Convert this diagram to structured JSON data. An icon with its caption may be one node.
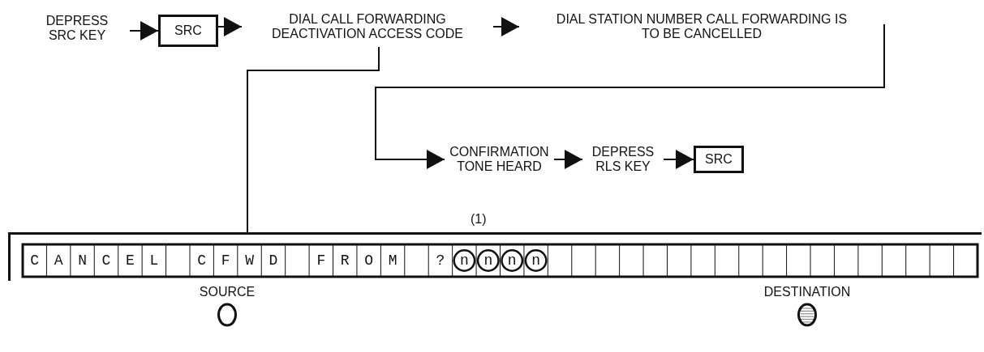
{
  "diagram": {
    "nodes": [
      {
        "text": [
          "DEPRESS SRC KEY"
        ]
      },
      {
        "text": [
          "SRC"
        ]
      },
      {
        "text": [
          "DIAL CALL FORWARDING DEACTIVATION ACCESS CODE"
        ]
      },
      {
        "text": [
          "DIAL STATION NUMBER CALL FORWARDING IS TO BE CANCELLED"
        ]
      },
      {
        "text": [
          "CONFIRMATION TONE HEARD"
        ]
      },
      {
        "text": [
          "DEPRESS RLS KEY"
        ]
      },
      {
        "text": [
          "SRC"
        ]
      },
      {
        "text": [
          "CANCEL CFWD FROM ?nnnn"
        ]
      },
      {
        "text": [
          "SOURCE"
        ]
      },
      {
        "text": [
          "DESTINATION"
        ]
      }
    ],
    "edges": [
      {
        "from": 0,
        "to": 1,
        "arrow": "to"
      },
      {
        "from": 1,
        "to": 2,
        "arrow": "to"
      },
      {
        "from": 2,
        "to": 3,
        "arrow": "to"
      },
      {
        "from": 3,
        "to": 4,
        "arrow": "to"
      },
      {
        "from": 4,
        "to": 5,
        "arrow": "to"
      },
      {
        "from": 5,
        "to": 6,
        "arrow": "to"
      },
      {
        "from": 2,
        "to": 7,
        "arrow": "none"
      }
    ],
    "labels": [
      "(1)"
    ]
  }
}
